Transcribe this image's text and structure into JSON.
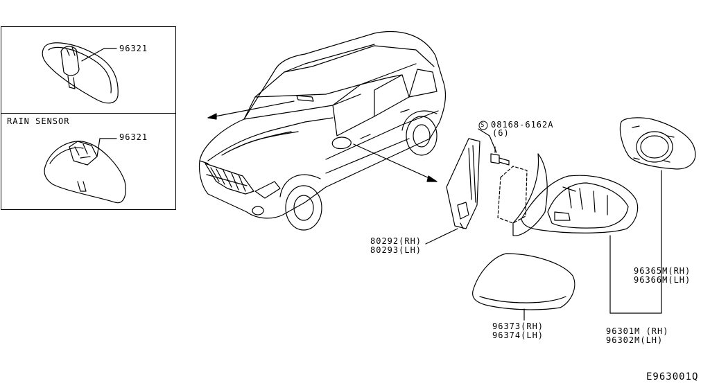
{
  "diagram_id": "E963001Q",
  "insets": {
    "top_part": "96321",
    "rain_sensor_title": "RAIN SENSOR",
    "rain_sensor_part": "96321"
  },
  "bolt": {
    "symbol": "S",
    "part": "08168-6162A",
    "qty": "(6)"
  },
  "parts": {
    "p80292": "80292(RH)",
    "p80293": "80293(LH)",
    "p96373": "96373(RH)",
    "p96374": "96374(LH)",
    "p96365": "96365M(RH)",
    "p96366": "96366M(LH)",
    "p96301": "96301M (RH)",
    "p96302": "96302M(LH)"
  }
}
